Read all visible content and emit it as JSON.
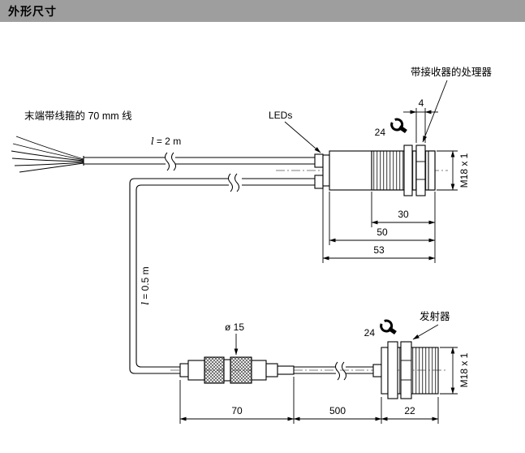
{
  "header": {
    "title": "外形尺寸",
    "bg_color": "#9e9e9e"
  },
  "colors": {
    "line": "#000000",
    "background": "#ffffff"
  },
  "receiver_drawing": {
    "pigtail_label": "末端带线箍的 70 mm 线",
    "cable1_length_var": "l",
    "cable1_length_rest": "= 2 m",
    "leds_label": "LEDs",
    "device_label": "带接收器的处理器",
    "wrench_size": "24",
    "nut_width": "4",
    "thread_spec": "M18 x 1",
    "dim_thread_length": "30",
    "dim_barrel_length": "50",
    "dim_total_length": "53"
  },
  "emitter_drawing": {
    "cable2_length_var": "l",
    "cable2_length_rest": "= 0.5 m",
    "connector_diameter": "ø 15",
    "device_label": "发射器",
    "wrench_size": "24",
    "thread_spec": "M18 x 1",
    "dim_connector_length": "70",
    "dim_cable_length": "500",
    "dim_body_length": "22"
  }
}
